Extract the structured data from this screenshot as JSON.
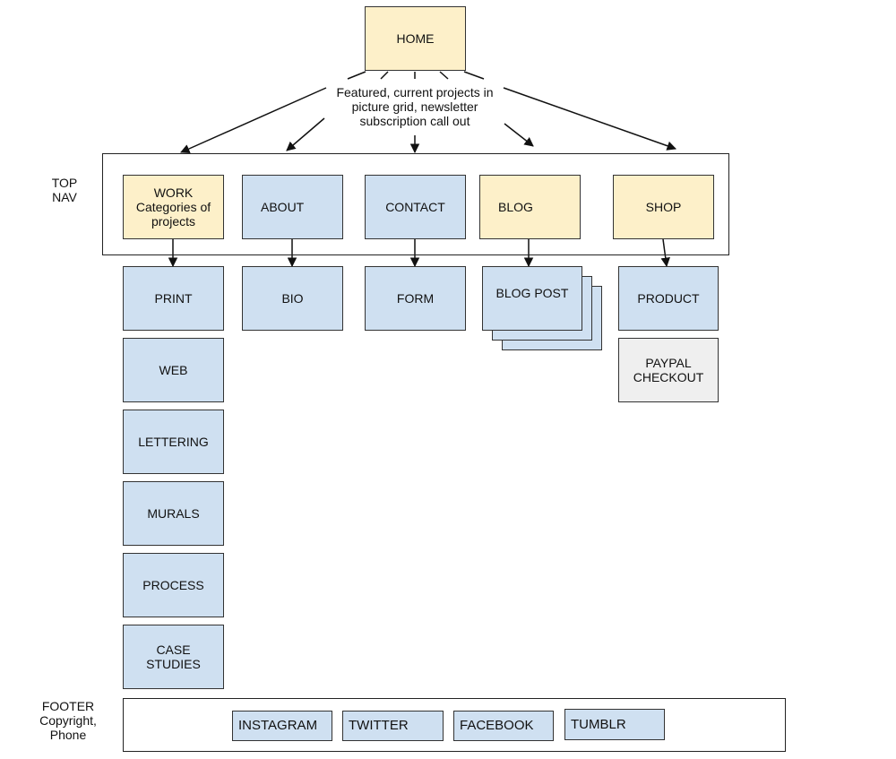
{
  "home": {
    "label": "HOME",
    "description": "Featured, current projects in\npicture grid, newsletter\nsubscription call out"
  },
  "top_nav": {
    "label": "TOP\nNAV",
    "items": {
      "work": "WORK\nCategories of\nprojects",
      "about": "ABOUT",
      "contact": "CONTACT",
      "blog": "BLOG",
      "shop": "SHOP"
    }
  },
  "work_children": [
    "PRINT",
    "WEB",
    "LETTERING",
    "MURALS",
    "PROCESS",
    "CASE\nSTUDIES"
  ],
  "about_child": "BIO",
  "contact_child": "FORM",
  "blog_child": "BLOG POST",
  "shop_children": [
    "PRODUCT",
    "PAYPAL\nCHECKOUT"
  ],
  "footer": {
    "label": "FOOTER\nCopyright,\nPhone",
    "links": [
      "INSTAGRAM",
      "TWITTER",
      "FACEBOOK",
      "TUMBLR"
    ]
  },
  "colors": {
    "blue_box": "#cfe0f1",
    "yellow_box": "#fdf0c9",
    "gray_box": "#efefef",
    "stroke": "#333333"
  }
}
